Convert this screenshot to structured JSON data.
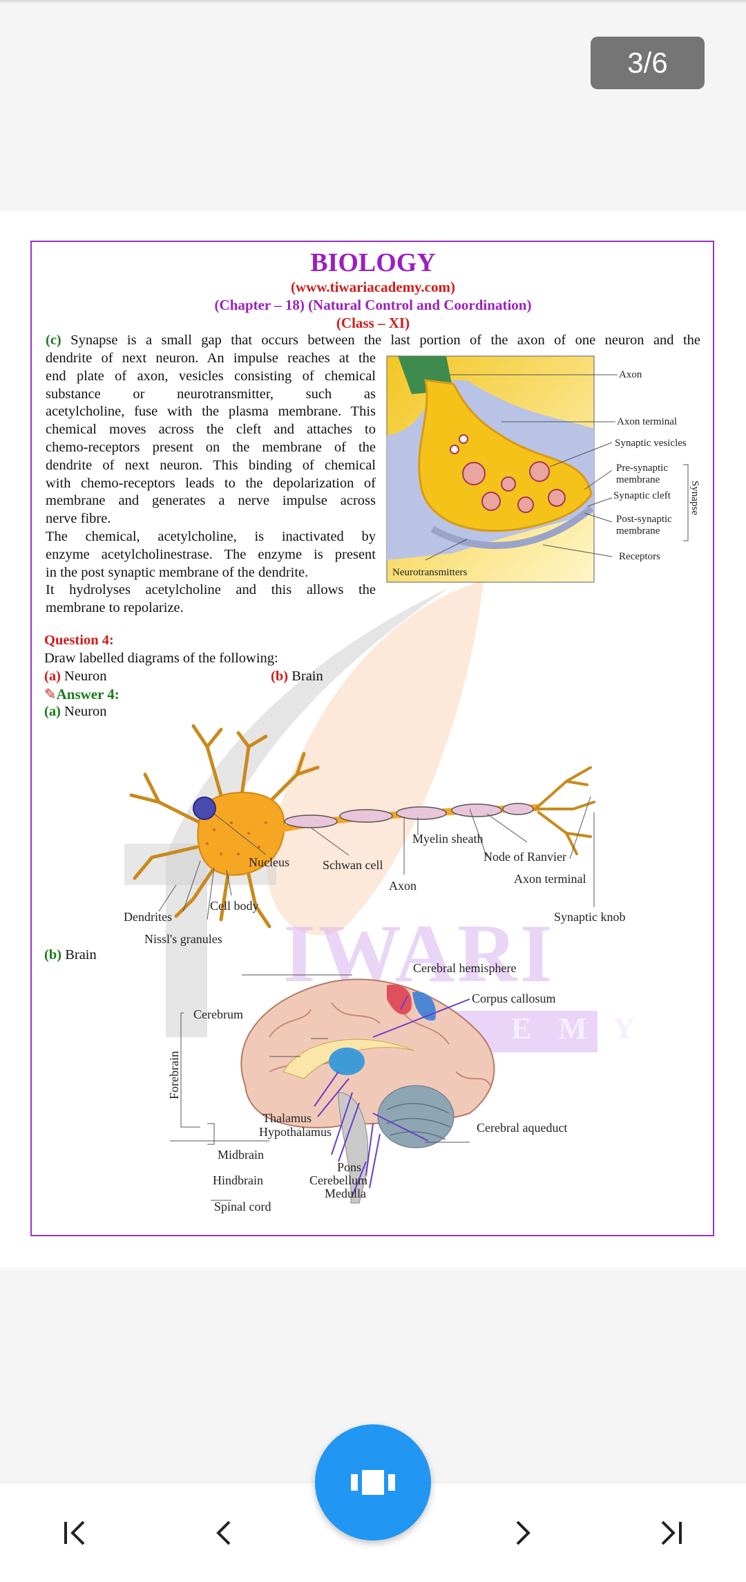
{
  "page_indicator": "3/6",
  "header": {
    "title": "BIOLOGY",
    "website": "(www.tiwariacademy.com)",
    "chapter": "(Chapter – 18) (Natural Control and Coordination)",
    "class": "(Class – XI)"
  },
  "synapse_text": {
    "label": "(c)",
    "first_line": "Synapse is a small gap that occurs between the last portion of the axon of one neuron and the",
    "para1_lines": [
      "dendrite of next neuron. An impulse reaches at the",
      "end plate of axon, vesicles consisting of chemical",
      "substance or neurotransmitter, such as",
      "acetylcholine, fuse with the plasma membrane. This",
      "chemical moves across the cleft and attaches to",
      "chemo-receptors present on the membrane of the",
      "dendrite of next neuron. This binding of chemical",
      "with chemo-receptors leads to the depolarization of",
      "membrane and generates a nerve impulse across",
      "nerve fibre."
    ],
    "para2_lines": [
      "The chemical, acetylcholine, is inactivated by",
      "enzyme acetylcholinestrase. The enzyme is present",
      "in the post synaptic membrane of the dendrite."
    ],
    "para3_lines": [
      "It hydrolyses acetylcholine and this allows the",
      "membrane to repolarize."
    ]
  },
  "synapse_diagram": {
    "axon": "Axon",
    "axon_terminal": "Axon terminal",
    "synaptic_vesicles": "Synaptic vesicles",
    "pre_synaptic_1": "Pre-synaptic",
    "pre_synaptic_2": "membrane",
    "synaptic_cleft": "Synaptic cleft",
    "post_synaptic_1": "Post-synaptic",
    "post_synaptic_2": "membrane",
    "receptors": "Receptors",
    "neurotransmitters": "Neurotransmitters",
    "synapse": "Synapse"
  },
  "question": {
    "label": "Question 4:",
    "text": "Draw labelled diagrams of the following:",
    "a_label": "(a)",
    "a_text": "Neuron",
    "b_label": "(b)",
    "b_text": "Brain"
  },
  "answer": {
    "label": "Answer 4:",
    "a_label": "(a)",
    "a_text": "Neuron",
    "b_label": "(b)",
    "b_text": "Brain"
  },
  "neuron_diagram": {
    "myelin_sheath": "Myelin sheath",
    "node_of_ranvier": "Node of Ranvier",
    "nucleus": "Nucleus",
    "schwan_cell": "Schwan cell",
    "axon_terminal": "Axon terminal",
    "axon": "Axon",
    "cell_body": "Cell body",
    "dendrites": "Dendrites",
    "synaptic_knob": "Synaptic knob",
    "nissl_granules": "Nissl's granules"
  },
  "brain_diagram": {
    "cerebral_hemisphere": "Cerebral hemisphere",
    "corpus_callosum": "Corpus callosum",
    "cerebrum": "Cerebrum",
    "forebrain": "Forebrain",
    "thalamus": "Thalamus",
    "hypothalamus": "Hypothalamus",
    "cerebral_aqueduct": "Cerebral aqueduct",
    "midbrain": "Midbrain",
    "pons": "Pons",
    "hindbrain": "Hindbrain",
    "cerebellum": "Cerebellum",
    "medulla": "Medulla",
    "spinal_cord": "Spinal cord"
  },
  "watermark": {
    "word": "IWARI",
    "sub": "E M Y"
  },
  "colors": {
    "title": "#9b1fc1",
    "red": "#d11a1a",
    "green": "#1a7a1a",
    "frame": "#9b30c8",
    "fab": "#2196f3"
  },
  "nav_icons": [
    "first-page-icon",
    "prev-page-icon",
    "pages-icon",
    "next-page-icon",
    "last-page-icon"
  ]
}
